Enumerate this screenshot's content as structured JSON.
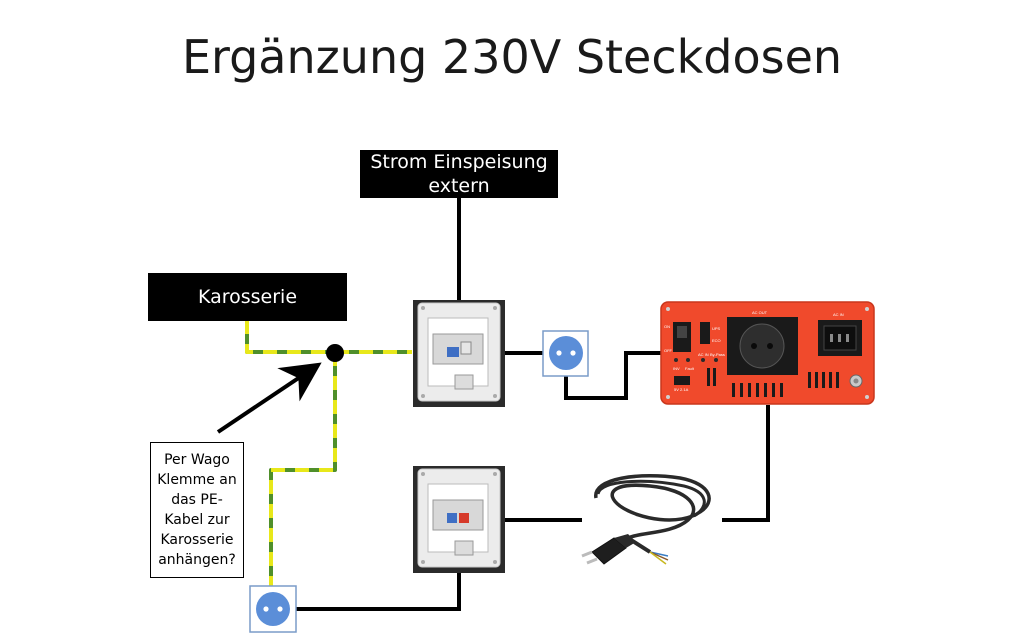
{
  "slide": {
    "title": "Ergänzung 230V Steckdosen"
  },
  "labels": {
    "strom": "Strom Einspeisung\nextern",
    "karosserie": "Karosserie",
    "note": "Per Wago\nKlemme an\ndas PE-\nKabel zur\nKarosserie\nanhängen?"
  },
  "inverter": {
    "ac_out": "AC OUT",
    "ac_in": "AC IN",
    "on": "ON",
    "off": "OFF",
    "usb": "5V 2.1A",
    "leds": [
      "INV",
      "Fault",
      "AC IN",
      "By-Pass",
      "UPS",
      "ECO"
    ]
  },
  "colors": {
    "wire": "#000000",
    "pe_green": "#4f8f2a",
    "pe_yellow": "#e8e81a",
    "socket_blue": "#5b8ed8",
    "inverter_red": "#f04a2c",
    "breaker_box": "#ececec"
  },
  "icons": [
    "schuko-socket-icon",
    "breaker-box-icon",
    "inverter-icon",
    "power-cable-icon",
    "junction-dot-icon",
    "arrow-icon"
  ]
}
